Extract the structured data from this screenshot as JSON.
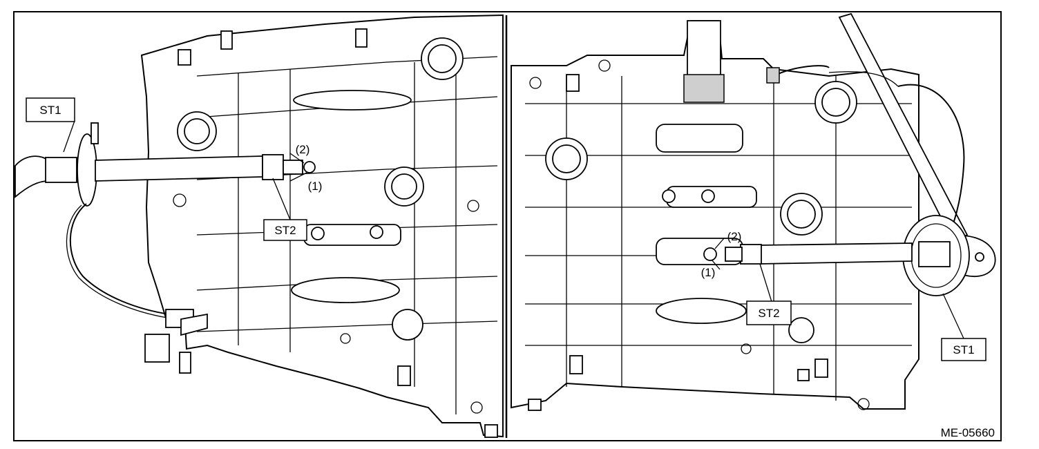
{
  "figure_id": "ME-05660",
  "left_panel": {
    "callouts": {
      "st1": "ST1",
      "st2": "ST2",
      "ref2": "(2)",
      "ref1": "(1)"
    }
  },
  "right_panel": {
    "callouts": {
      "st1": "ST1",
      "st2": "ST2",
      "ref2": "(2)",
      "ref1": "(1)"
    }
  }
}
